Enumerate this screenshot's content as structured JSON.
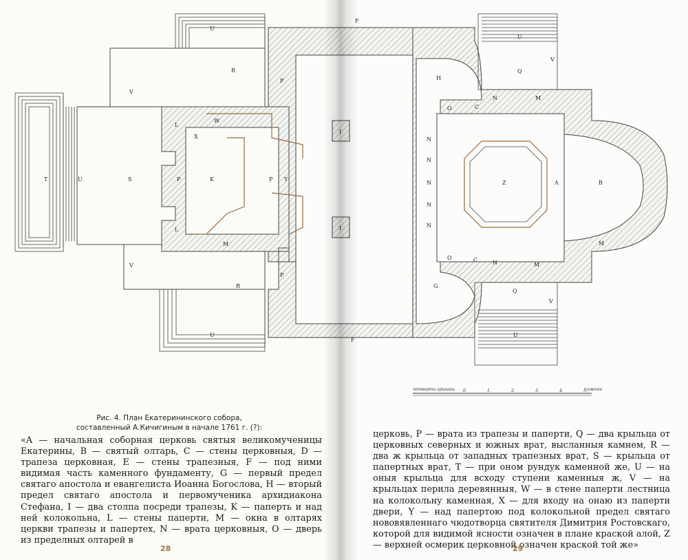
{
  "figure": {
    "labels": {
      "A": "A",
      "B": "B",
      "C": "C",
      "F": "F",
      "G": "G",
      "H": "H",
      "I": "I",
      "K": "K",
      "L": "L",
      "M": "M",
      "N": "N",
      "O": "O",
      "P": "Ρ",
      "Q": "Q",
      "R": "R",
      "S": "S",
      "T": "T",
      "U": "U",
      "V": "V",
      "W": "W",
      "X": "X",
      "Y": "Y",
      "Z": "Z"
    },
    "scale": {
      "left_label": "четверти аршины",
      "right_label": "сажени",
      "ticks": [
        "0.",
        "1.",
        "2.",
        "3.",
        "4.",
        "5."
      ]
    },
    "plan_color": "#4a4a4a",
    "red_line_color": "#9b6a3a"
  },
  "caption": {
    "line1": "Рис. 4. План Екатерининского собора,",
    "line2": "составленный А.Кичигиным в начале 1761 г. (?):"
  },
  "text": {
    "left": "«A — начальная соборная церковь святыя великомученицы Екатерины, B — святый олтарь, C — стены церковныя, D — трапеза церковная, E — стены трапезныя, F — под ними видимая часть каменного фундаменту, G — первый предел святаго апостола и евангелиста Иоанна Богослова, H — вторый предел святаго апостола и первомученика архидиакона Стефана, I — два столпа посреди трапезы, K — паперть и над ней колокольна, L — стены паперти, M — окна в олтарях церкви трапезы и папертех, N — врата церковныя, O — дверь из пределных олтарей в",
    "right": "церковь, Ρ — врата из трапезы и паперти, Q — два крыльца от церковных северных и южных врат, высланныя камнем, R — два ж крыльца от западных трапезных врат, S — крыльца от папертных врат, T — при оном рундук каменной же, U — на оныя крыльца для всходу ступени каменныя ж, V — на крыльцах перила деревянныя, W — в стене паперти лестница на колокольну каменная, X — для входу на онаю из паперти двери, Y — над папертою под колокольной предел святаго нововявленнаго чюдотворца святителя Димитрия Ростовскаго, которой для видимой ясности означен в плане краской алой, Z — верхней осмерик церковной означен краской той же»"
  },
  "page_numbers": {
    "left": "28",
    "right": "29"
  }
}
